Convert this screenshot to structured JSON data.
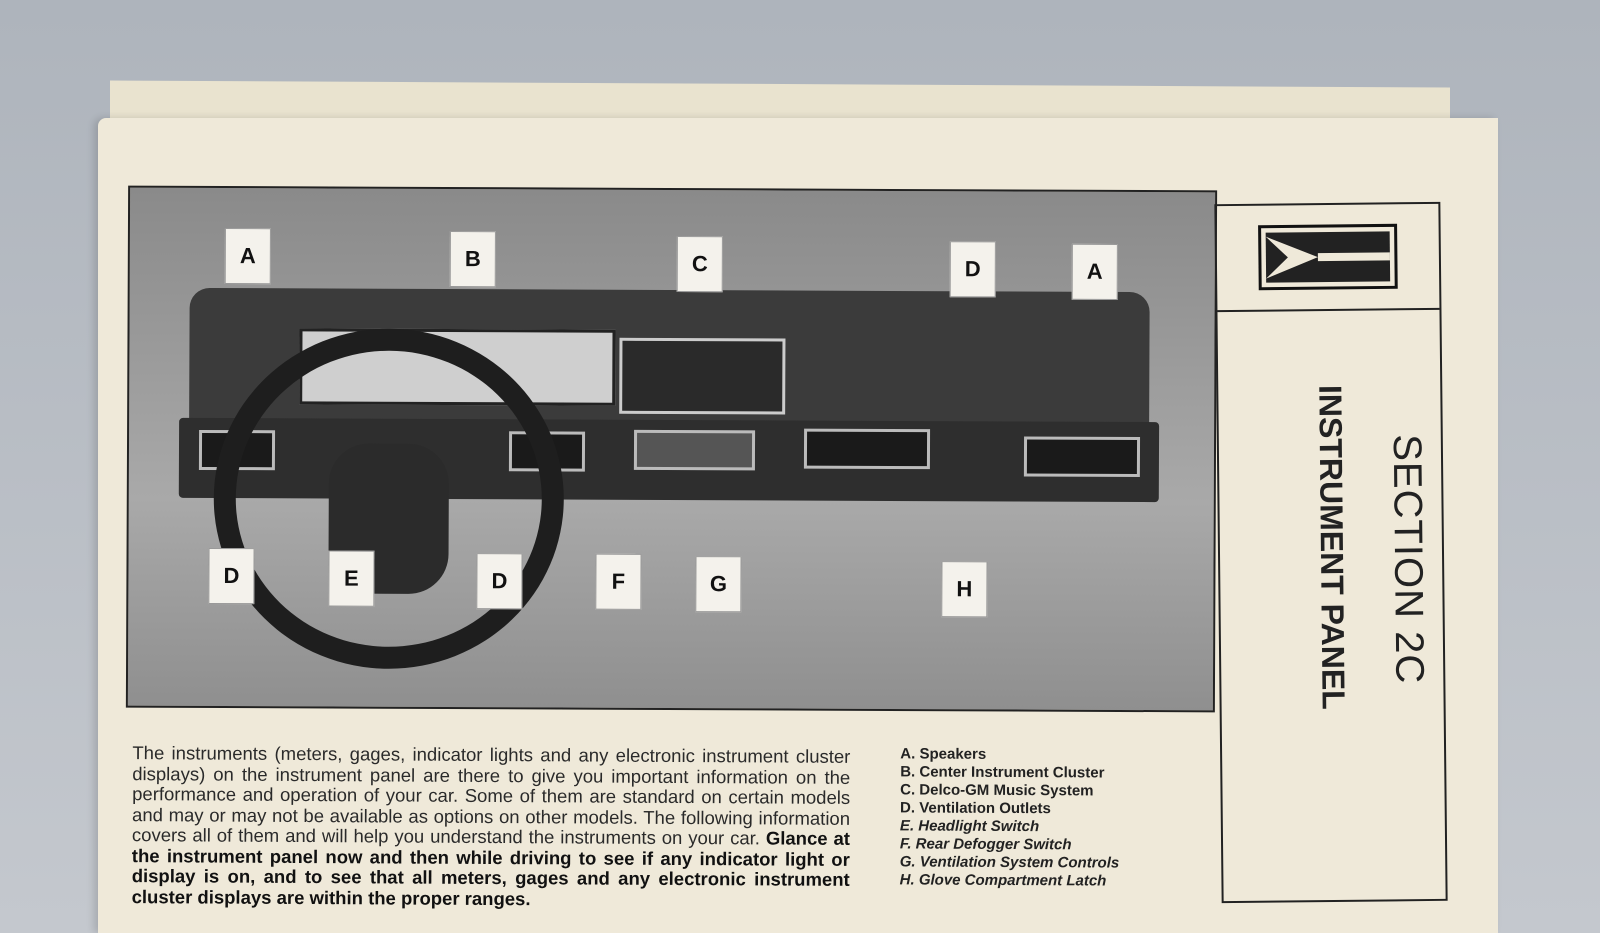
{
  "figure": {
    "labels": [
      "A",
      "B",
      "C",
      "D",
      "A",
      "D",
      "E",
      "D",
      "F",
      "G",
      "H"
    ]
  },
  "sidebar": {
    "section": "SECTION 2C",
    "title": "INSTRUMENT PANEL"
  },
  "body": {
    "normal": "The instruments (meters, gages, indicator lights and any electronic instrument cluster displays) on the instrument panel are there to give you important information on the performance and operation of your car. Some of them are standard on certain models and may or may not be available as options on other models. The following information covers all of them and will help you understand the instruments on your car. ",
    "bold": "Glance at the instrument panel now and then while driving to see if any indicator light or display is on, and to see that all meters, gages and any electronic instrument cluster displays are within the proper ranges."
  },
  "legend": [
    "A. Speakers",
    "B. Center Instrument Cluster",
    "C. Delco-GM Music System",
    "D. Ventilation Outlets",
    "E. Headlight Switch",
    "F. Rear Defogger Switch",
    "G. Ventilation System Controls",
    "H. Glove Compartment Latch"
  ]
}
